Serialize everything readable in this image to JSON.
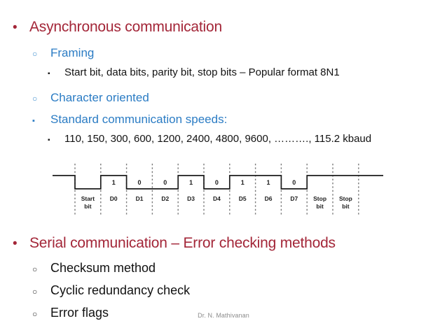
{
  "slide": {
    "background": "#ffffff",
    "accent_red": "#A32638",
    "accent_blue": "#2B7CC4",
    "body_black": "#121212"
  },
  "bullets": {
    "b1_marker": "•",
    "b1_text": "Asynchronous communication",
    "b2_marker": "○",
    "b2_text": "Framing",
    "b3_marker": "▪",
    "b3_text": "Start bit, data bits, parity bit, stop bits – Popular format 8N1",
    "b4_marker": "○",
    "b4_text": "Character oriented",
    "b5_marker": "▪",
    "b5_text": "Standard communication speeds:",
    "b6_marker": "▪",
    "b6_text": "110, 150, 300, 600, 1200, 2400, 4800, 9600, ………., 115.2 kbaud",
    "b7_marker": "•",
    "b7_text": "Serial communication – Error checking methods",
    "b8_marker": "○",
    "b8_text": "Checksum method",
    "b9_marker": "○",
    "b9_text": "Cyclic redundancy check",
    "b10_marker": "○",
    "b10_text": "Error flags"
  },
  "waveform": {
    "title": "asynchronous-serial-frame",
    "line_color": "#1b1b1b",
    "divider_color": "#777777",
    "cells": [
      {
        "label_top": "Start",
        "label_bottom": "bit",
        "bit": "",
        "level": "low"
      },
      {
        "label_top": "D0",
        "label_bottom": "",
        "bit": "1",
        "level": "high"
      },
      {
        "label_top": "D1",
        "label_bottom": "",
        "bit": "0",
        "level": "low"
      },
      {
        "label_top": "D2",
        "label_bottom": "",
        "bit": "0",
        "level": "low"
      },
      {
        "label_top": "D3",
        "label_bottom": "",
        "bit": "1",
        "level": "high"
      },
      {
        "label_top": "D4",
        "label_bottom": "",
        "bit": "0",
        "level": "low"
      },
      {
        "label_top": "D5",
        "label_bottom": "",
        "bit": "1",
        "level": "high"
      },
      {
        "label_top": "D6",
        "label_bottom": "",
        "bit": "1",
        "level": "high"
      },
      {
        "label_top": "D7",
        "label_bottom": "",
        "bit": "0",
        "level": "low"
      },
      {
        "label_top": "Stop",
        "label_bottom": "bit",
        "bit": "",
        "level": "high"
      },
      {
        "label_top": "Stop",
        "label_bottom": "bit",
        "bit": "",
        "level": "high"
      }
    ]
  },
  "footer": {
    "credit": "Dr. N. Mathivanan"
  }
}
